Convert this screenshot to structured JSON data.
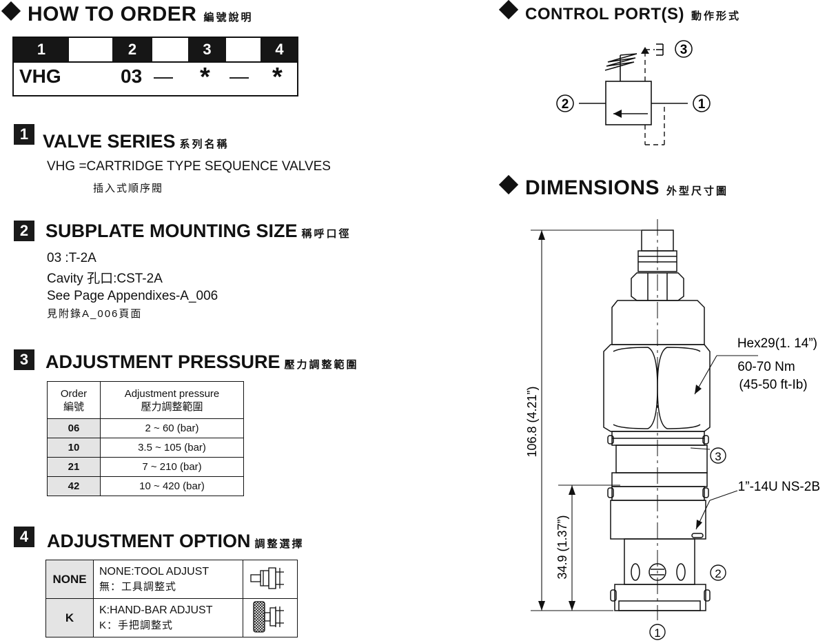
{
  "how_to_order": {
    "title": "HOW TO  ORDER",
    "title_zh": "編號說明",
    "codes": [
      {
        "num": "1",
        "value": "VHG"
      },
      {
        "num": "2",
        "value": "03"
      },
      {
        "num": "3",
        "value": "*"
      },
      {
        "num": "4",
        "value": "*"
      }
    ],
    "dash": "—"
  },
  "sections": {
    "s1": {
      "num": "1",
      "title": "VALVE SERIES",
      "title_zh": "系列名稱",
      "line1": "VHG =CARTRIDGE TYPE SEQUENCE VALVES",
      "line1_zh": "插入式順序閥"
    },
    "s2": {
      "num": "2",
      "title": "SUBPLATE MOUNTING SIZE",
      "title_zh": "稱呼口徑",
      "line1": "03 :T-2A",
      "line2": "Cavity 孔口:CST-2A",
      "line3": "See Page Appendixes-A_006",
      "line3_zh": "見附錄A_006頁面"
    },
    "s3": {
      "num": "3",
      "title": "ADJUSTMENT PRESSURE",
      "title_zh": "壓力調整範圍"
    },
    "s4": {
      "num": "4",
      "title": "ADJUSTMENT OPTION",
      "title_zh": "調整選擇"
    }
  },
  "pressure_table": {
    "header_order": "Order",
    "header_order_zh": "編號",
    "header_range": "Adjustment pressure",
    "header_range_zh": "壓力調整範圍",
    "rows": [
      {
        "order": "06",
        "range": "2 ~ 60 (bar)"
      },
      {
        "order": "10",
        "range": "3.5 ~ 105 (bar)"
      },
      {
        "order": "21",
        "range": "7 ~ 210 (bar)"
      },
      {
        "order": "42",
        "range": "10 ~ 420 (bar)"
      }
    ]
  },
  "option_table": {
    "rows": [
      {
        "order": "NONE",
        "desc": "NONE:TOOL ADJUST",
        "desc_zh": "無：工具調整式"
      },
      {
        "order": "K",
        "desc": "K:HAND-BAR ADJUST",
        "desc_zh": "K：手把調整式"
      }
    ]
  },
  "control_port": {
    "title": "CONTROL PORT(S)",
    "title_zh": "動作形式",
    "port1": "1",
    "port2": "2",
    "port3": "3"
  },
  "dimensions": {
    "title": "DIMENSIONS",
    "title_zh": "外型尺寸圖",
    "hex": "Hex29(1. 14”)",
    "torque": "60-70 Nm",
    "torque_imperial": "(45-50 ft-Ib)",
    "thread": "1”-14U NS-2B",
    "overall_length": "106.8 (4.21”)",
    "lower_length": "34.9 (1.37”)",
    "port1": "1",
    "port2": "2",
    "port3": "3"
  }
}
